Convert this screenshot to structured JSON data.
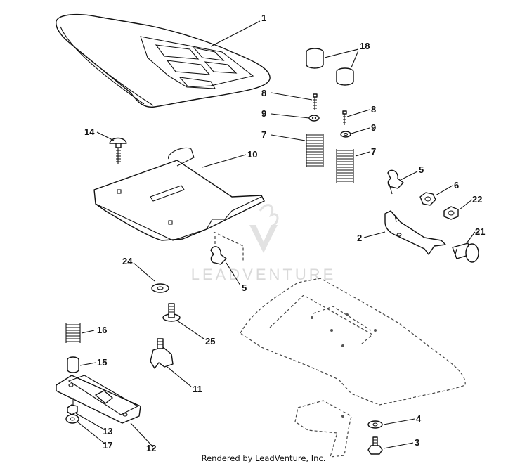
{
  "callouts": [
    "1",
    "18",
    "8",
    "9",
    "7",
    "14",
    "10",
    "5",
    "6",
    "22",
    "2",
    "21",
    "24",
    "16",
    "25",
    "15",
    "11",
    "13",
    "17",
    "12",
    "4",
    "3"
  ],
  "watermark": "LEADVENTURE",
  "footer": "Rendered by LeadVenture, Inc."
}
